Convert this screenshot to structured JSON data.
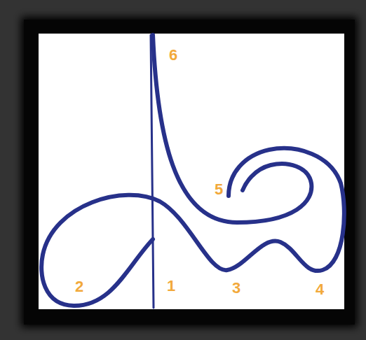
{
  "diagram": {
    "labels": [
      "6",
      "5",
      "2",
      "1",
      "3",
      "4"
    ]
  }
}
